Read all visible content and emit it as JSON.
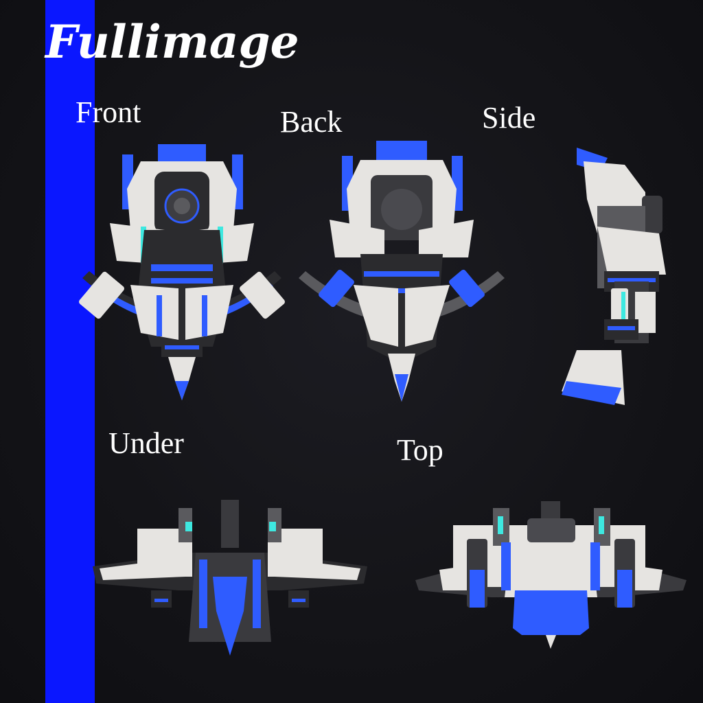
{
  "title": "Fullimage",
  "views": {
    "front": "Front",
    "back": "Back",
    "side": "Side",
    "under": "Under",
    "top": "Top"
  },
  "colors": {
    "stripe": "#0a17ff",
    "accent_blue": "#2f5cff",
    "panel_white": "#e6e4e1",
    "panel_dark": "#2b2b2e",
    "panel_grey": "#5a5a5e",
    "glow_cyan": "#3ee8e0"
  }
}
